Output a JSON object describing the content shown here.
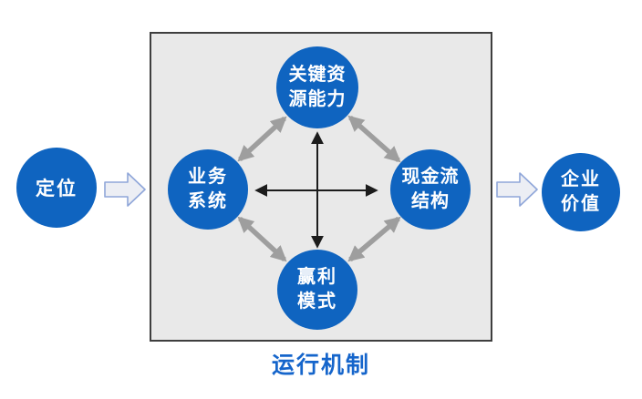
{
  "colors": {
    "node_blue": "#0f64c0",
    "node_text": "#ffffff",
    "box_fill": "#e9e9e9",
    "box_border": "#3e3e3e",
    "gray_arrow": "#9e9e9e",
    "black_arrow": "#1c1c1c",
    "label_blue": "#1565cb",
    "block_arrow_fill": "#eceef4",
    "block_arrow_border": "#8fa6d9"
  },
  "nodes": {
    "positioning": {
      "label": "定位"
    },
    "key_resources": {
      "line1": "关键资",
      "line2": "源能力"
    },
    "business_system": {
      "line1": "业务",
      "line2": "系统"
    },
    "cash_flow": {
      "line1": "现金流",
      "line2": "结构"
    },
    "profit_model": {
      "line1": "赢利",
      "line2": "模式"
    },
    "enterprise_value": {
      "line1": "企业",
      "line2": "价值"
    }
  },
  "box": {
    "label": "运行机制"
  }
}
